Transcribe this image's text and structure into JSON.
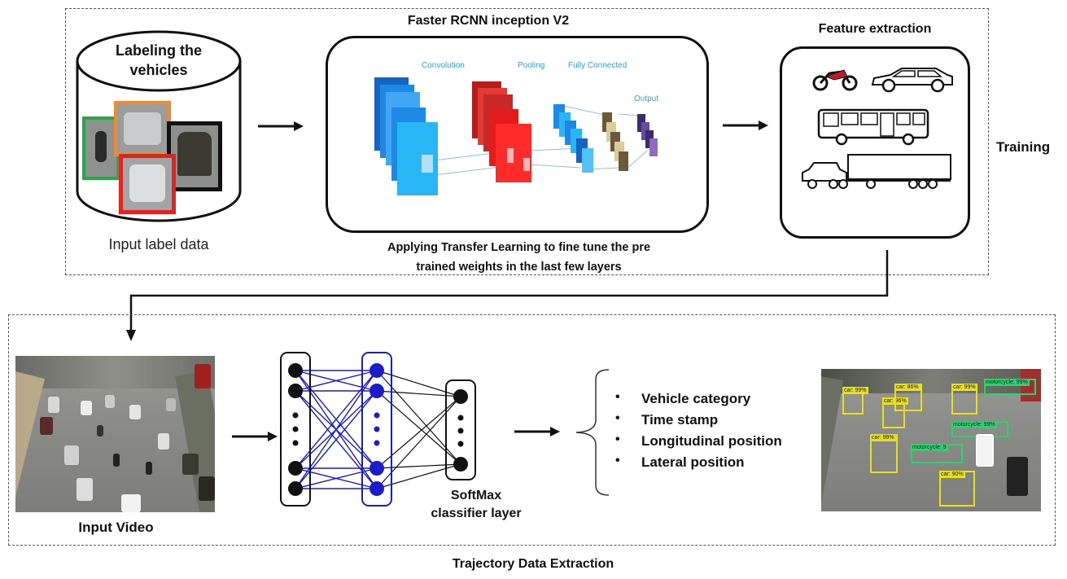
{
  "training": {
    "section_label": "Training",
    "dataset_title": "Labeling the vehicles",
    "dataset_caption": "Input label data",
    "model_title": "Faster RCNN inception V2",
    "layers": {
      "convolution": "Convolution",
      "pooling": "Pooling",
      "fully_connected": "Fully Connected",
      "output": "Output"
    },
    "model_caption_line1": "Applying Transfer Learning to fine tune the pre",
    "model_caption_line2": "trained weights in the last few layers",
    "feature_title": "Feature extraction",
    "feature_icons": [
      "motorcycle-icon",
      "car-icon",
      "bus-icon",
      "truck-icon"
    ]
  },
  "extraction": {
    "section_label": "Trajectory Data Extraction",
    "input_caption": "Input Video",
    "classifier_line1": "SoftMax",
    "classifier_line2": "classifier layer",
    "outputs": [
      "Vehicle category",
      "Time stamp",
      "Longitudinal position",
      "Lateral position"
    ],
    "detections": [
      "car: 99%",
      "car: 96%",
      "car: 86%",
      "car: 99%",
      "motorcycle: 99%",
      "motorcycle: 99%",
      "car: 99%",
      "motorcycle: 9",
      "car: 90%"
    ]
  },
  "colors": {
    "green_box": "#29a84a",
    "orange_box": "#f08a2a",
    "red_box": "#e52222",
    "black_box": "#111111",
    "conv_blue": "#1e88e5",
    "pool_red": "#e41b1b",
    "nn_blue": "#1c1ccc",
    "det_yellow": "#e8e01a",
    "det_green": "#2bd46a"
  }
}
